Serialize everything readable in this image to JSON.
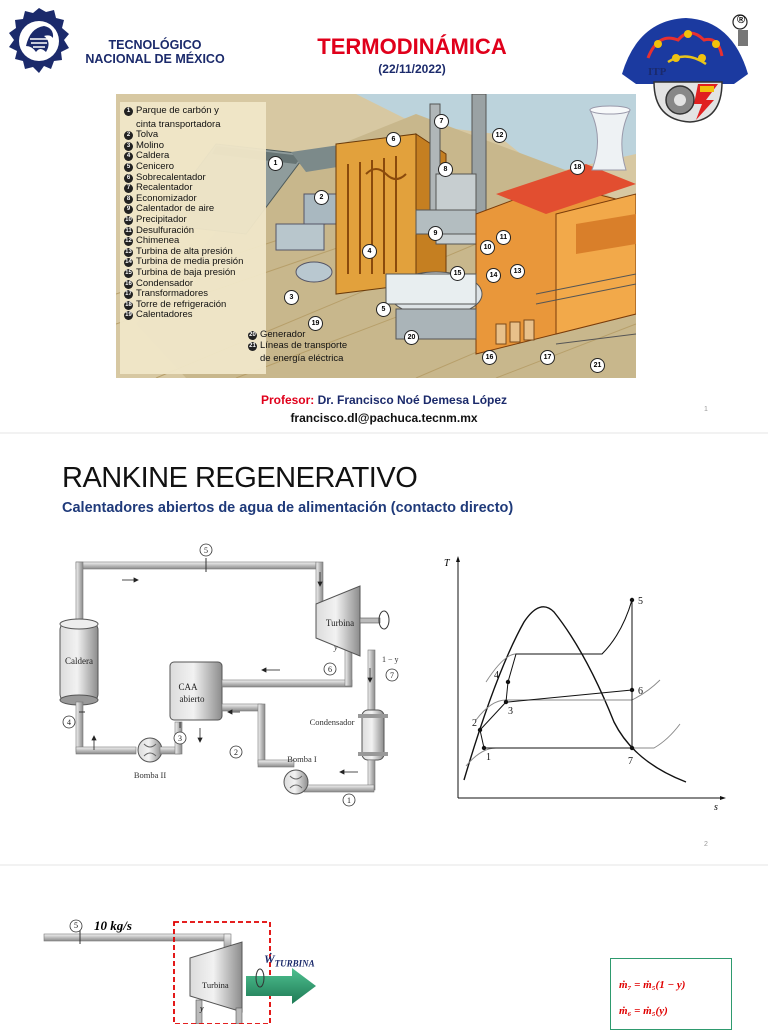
{
  "slide1": {
    "institution_line1": "TECNOLÓGICO",
    "institution_line2": "NACIONAL DE MÉXICO",
    "title": "TERMODINÁMICA",
    "date": "(22/11/2022)",
    "logo_right_text": "ITP",
    "registered_mark": "®",
    "legend": [
      {
        "n": "1",
        "label": "Parque de carbón y"
      },
      {
        "n": "",
        "label": "cinta transportadora"
      },
      {
        "n": "2",
        "label": "Tolva"
      },
      {
        "n": "3",
        "label": "Molino"
      },
      {
        "n": "4",
        "label": "Caldera"
      },
      {
        "n": "5",
        "label": "Cenicero"
      },
      {
        "n": "6",
        "label": "Sobrecalentador"
      },
      {
        "n": "7",
        "label": "Recalentador"
      },
      {
        "n": "8",
        "label": "Economizador"
      },
      {
        "n": "9",
        "label": "Calentador de aire"
      },
      {
        "n": "10",
        "label": "Precipitador"
      },
      {
        "n": "11",
        "label": "Desulfuración"
      },
      {
        "n": "12",
        "label": "Chimenea"
      },
      {
        "n": "13",
        "label": "Turbina de alta presión"
      },
      {
        "n": "14",
        "label": "Turbina de media presión"
      },
      {
        "n": "15",
        "label": "Turbina de baja presión"
      },
      {
        "n": "16",
        "label": "Condensador"
      },
      {
        "n": "17",
        "label": "Transformadores"
      },
      {
        "n": "18",
        "label": "Torre de refrigeración"
      },
      {
        "n": "19",
        "label": "Calentadores"
      }
    ],
    "legend_extra": [
      {
        "n": "20",
        "label": "Generador"
      },
      {
        "n": "21",
        "label": "Líneas de transporte"
      },
      {
        "n": "",
        "label": "de energía eléctrica"
      }
    ],
    "plant_callouts": [
      "1",
      "2",
      "3",
      "4",
      "5",
      "6",
      "7",
      "8",
      "9",
      "10",
      "11",
      "12",
      "13",
      "14",
      "15",
      "16",
      "17",
      "18",
      "19",
      "20",
      "21"
    ],
    "professor_label": "Profesor:",
    "professor_name": "Dr. Francisco Noé Demesa López",
    "email": "francisco.dl@pachuca.tecnm.mx",
    "page_number": "1"
  },
  "slide2": {
    "title": "RANKINE REGENERATIVO",
    "subtitle": "Calentadores abiertos de agua de alimentación (contacto directo)",
    "schematic": {
      "caldera": "Caldera",
      "turbina": "Turbina",
      "caa_line1": "CAA",
      "caa_line2": "abierto",
      "condensador": "Condensador",
      "bomba1": "Bomba I",
      "bomba2": "Bomba II",
      "y_label": "y",
      "one_minus_y": "1 − y",
      "states": [
        "1",
        "2",
        "3",
        "4",
        "5",
        "6",
        "7"
      ]
    },
    "ts": {
      "y_axis": "T",
      "x_axis": "s",
      "states": [
        "1",
        "2",
        "3",
        "4",
        "5",
        "6",
        "7"
      ]
    },
    "page_number": "2"
  },
  "slide3": {
    "flow": "10 kg/s",
    "state5": "5",
    "turbina": "Turbina",
    "y_label": "y",
    "work_label": "Ẇ",
    "work_sub": "TURBINA",
    "eq1": "ṁ₇ = ṁ₅(1 − y)",
    "eq2": "ṁ₆ = ṁ₅(y)"
  },
  "colors": {
    "title_red": "#e0001b",
    "navy": "#1b2a6b",
    "subtitle_blue": "#1f3a7a",
    "arrow_green": "#2e9a6e",
    "dashed_red": "#e00000"
  }
}
